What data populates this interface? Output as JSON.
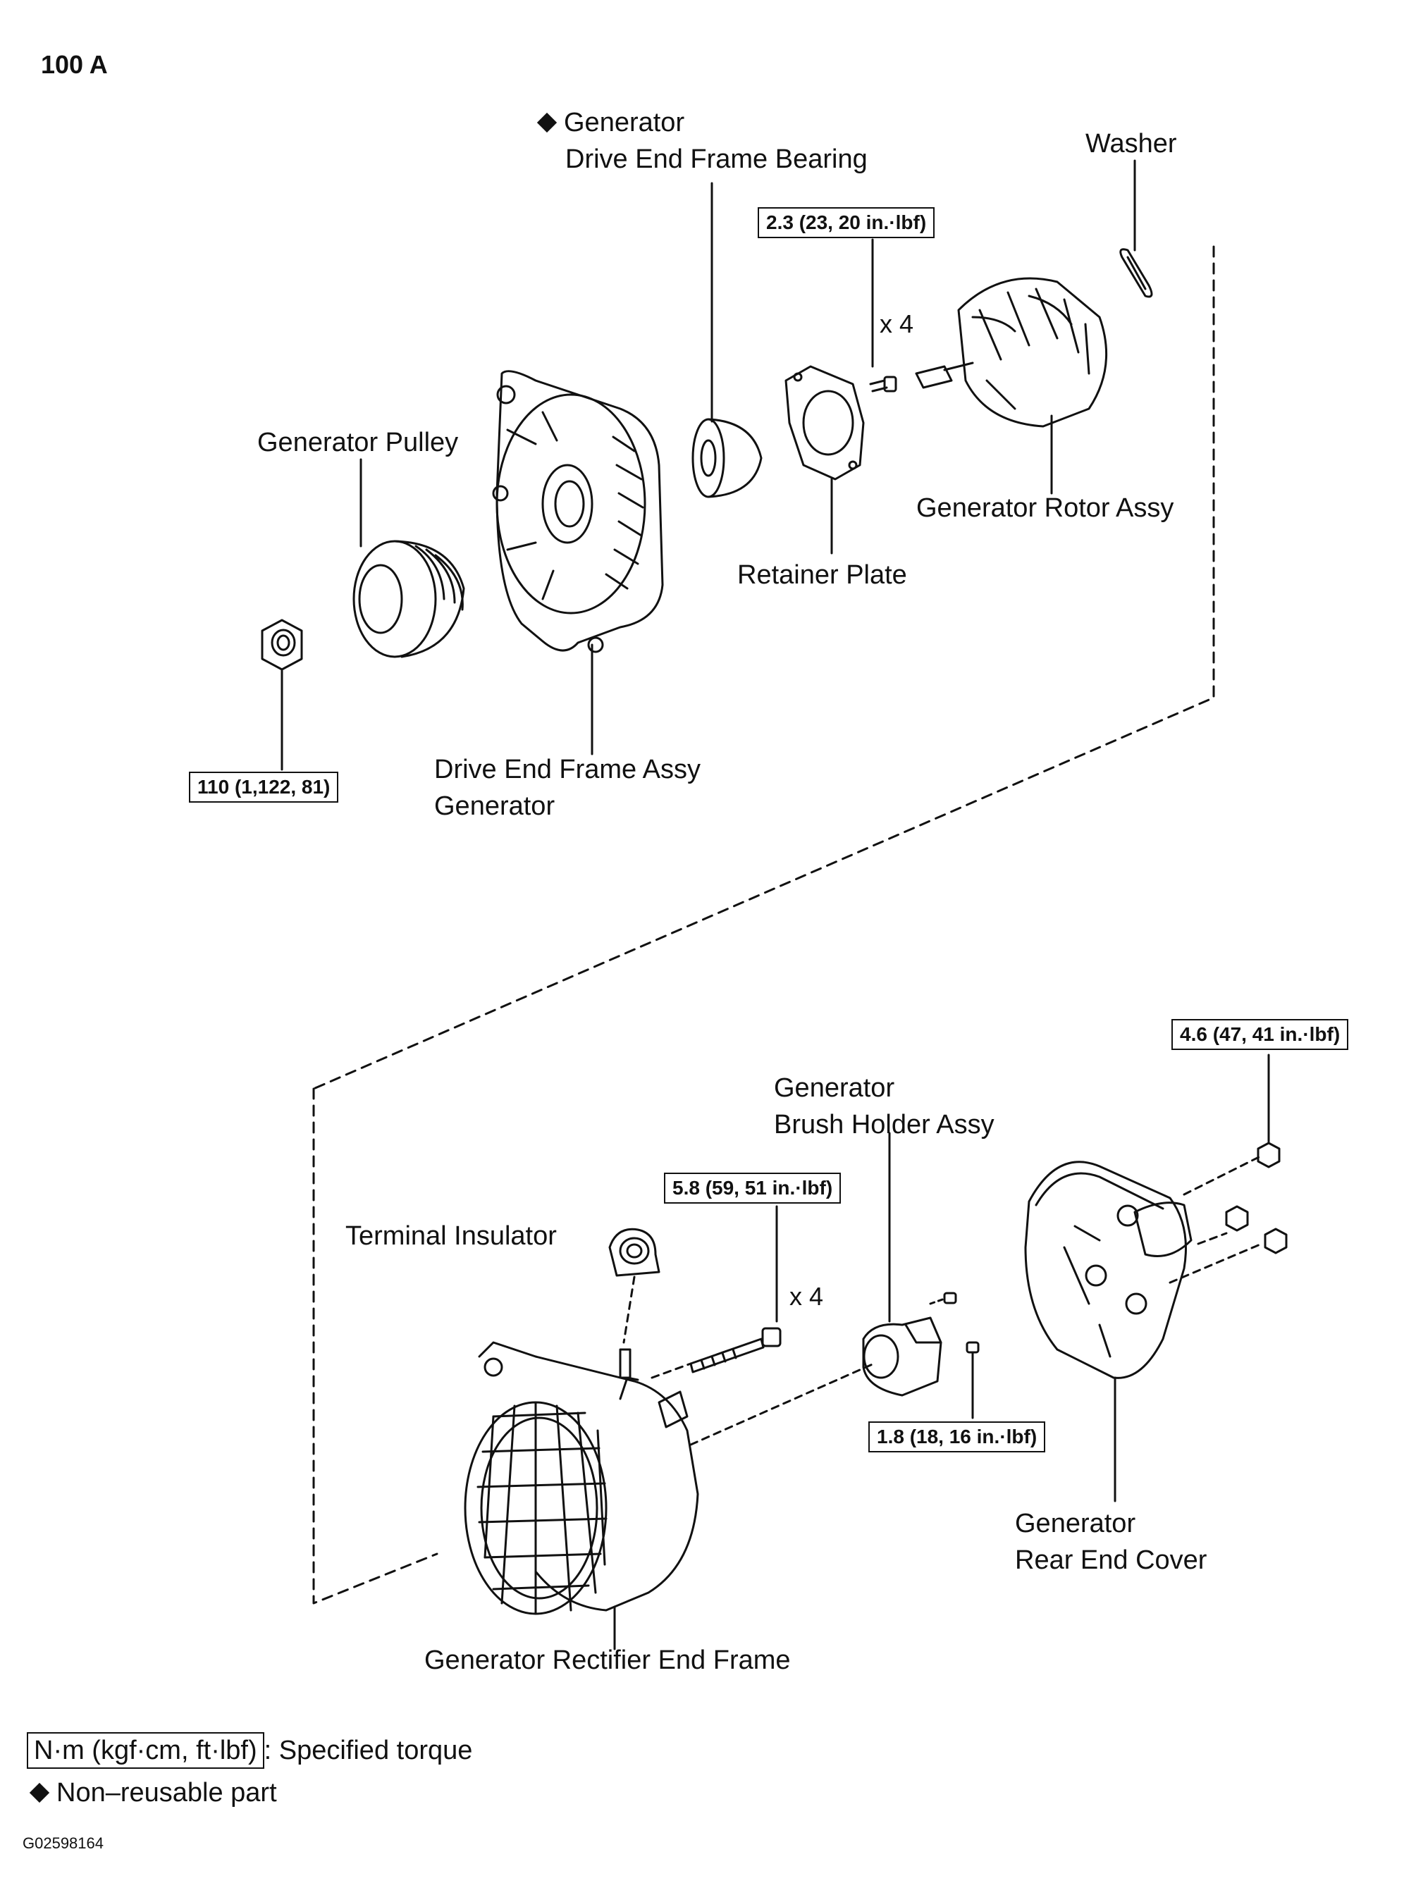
{
  "header": {
    "title": "100 A"
  },
  "labels": {
    "generator_bearing_line1": "Generator",
    "generator_bearing_line2": "Drive End Frame Bearing",
    "washer": "Washer",
    "generator_pulley": "Generator Pulley",
    "generator_rotor_assy": "Generator Rotor Assy",
    "retainer_plate": "Retainer Plate",
    "drive_end_frame_line1": "Drive End Frame Assy",
    "drive_end_frame_line2": "Generator",
    "brush_holder_line1": "Generator",
    "brush_holder_line2": "Brush Holder Assy",
    "terminal_insulator": "Terminal Insulator",
    "rear_end_cover_line1": "Generator",
    "rear_end_cover_line2": "Rear End Cover",
    "rectifier_end_frame": "Generator Rectifier End Frame"
  },
  "torques": {
    "retainer_screw": "2.3 (23, 20 in.·lbf)",
    "pulley_nut": "110 (1,122, 81)",
    "rear_cover_nut": "4.6 (47, 41 in.·lbf)",
    "rectifier_bolt": "5.8 (59, 51 in.·lbf)",
    "brush_holder_screw": "1.8 (18, 16 in.·lbf)"
  },
  "multipliers": {
    "top": "x 4",
    "bottom": "x 4"
  },
  "legend": {
    "unit": "N·m (kgf·cm, ft·lbf)",
    "unit_desc": ": Specified torque",
    "non_reusable": "Non–reusable part"
  },
  "figure_code": "G02598164"
}
